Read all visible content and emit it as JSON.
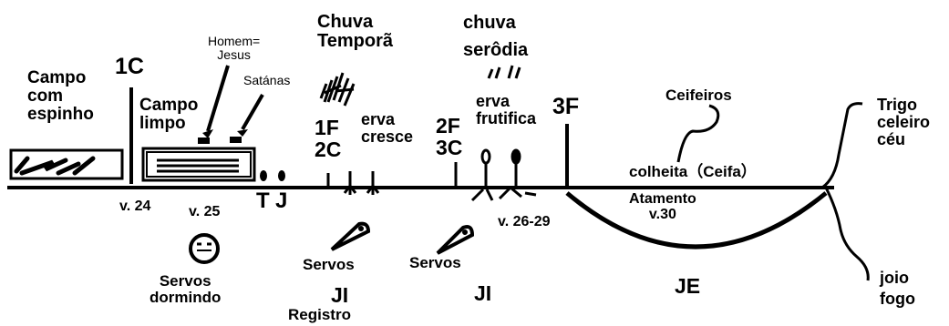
{
  "colors": {
    "ink": "#000000",
    "background": "#ffffff"
  },
  "labels": {
    "campo_espinho": "Campo\ncom\nespinho",
    "label_1c": "1C",
    "verse_24": "v. 24",
    "campo_limpo": "Campo\nlimpo",
    "homem_jesus": "Homem=\nJesus",
    "satanas": "Satánas",
    "verse_25": "v. 25",
    "t_letter": "T",
    "j_letter": "J",
    "servos_dormindo": "Servos\ndormindo",
    "chuva_tempora": "Chuva\nTemporã",
    "label_1f_2c": "1F\n2C",
    "erva_cresce": "erva\ncresce",
    "servos_1": "Servos",
    "ji_1": "JI",
    "registro": "Registro",
    "chuva_serodia": "chuva\nserôdia",
    "erva_frutifica": "erva\nfrutifica",
    "label_2f_3c": "2F\n3C",
    "verses_26_29": "v. 26-29",
    "servos_2": "Servos",
    "ji_2": "JI",
    "label_3f": "3F",
    "ceifeiros": "Ceifeiros",
    "colheita": "colheita（Ceifa）",
    "atamento": "Atamento\nv.30",
    "je": "JE",
    "trigo": "Trigo\nceleiro\ncéu",
    "joio": "joio\nfogo"
  }
}
